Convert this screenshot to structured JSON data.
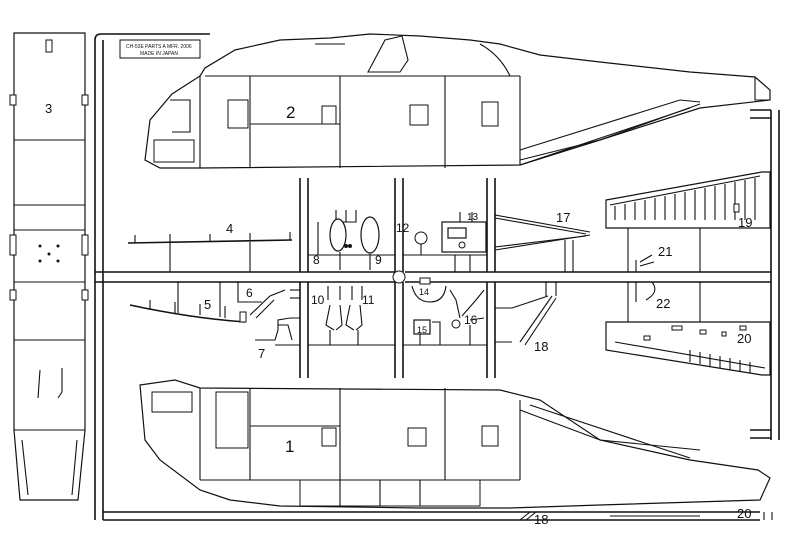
{
  "plate_label": {
    "line1": "CH-53E PARTS A MFR. 2006",
    "line2": "MADE IN JAPAN"
  },
  "parts": [
    {
      "id": "p1",
      "label": "1"
    },
    {
      "id": "p2",
      "label": "2"
    },
    {
      "id": "p3",
      "label": "3"
    },
    {
      "id": "p4",
      "label": "4"
    },
    {
      "id": "p5",
      "label": "5"
    },
    {
      "id": "p6",
      "label": "6"
    },
    {
      "id": "p7",
      "label": "7"
    },
    {
      "id": "p8",
      "label": "8"
    },
    {
      "id": "p9",
      "label": "9"
    },
    {
      "id": "p10",
      "label": "10"
    },
    {
      "id": "p11",
      "label": "11"
    },
    {
      "id": "p12",
      "label": "12"
    },
    {
      "id": "p13",
      "label": "13"
    },
    {
      "id": "p14",
      "label": "14"
    },
    {
      "id": "p15",
      "label": "15"
    },
    {
      "id": "p16",
      "label": "16"
    },
    {
      "id": "p17",
      "label": "17"
    },
    {
      "id": "p18",
      "label": "18"
    },
    {
      "id": "p19",
      "label": "19"
    },
    {
      "id": "p20",
      "label": "20"
    },
    {
      "id": "p21",
      "label": "21"
    },
    {
      "id": "p22",
      "label": "22"
    },
    {
      "id": "p18b",
      "label": "18"
    },
    {
      "id": "p20b",
      "label": "20"
    }
  ],
  "colors": {
    "line": "#111111",
    "background": "#ffffff"
  }
}
